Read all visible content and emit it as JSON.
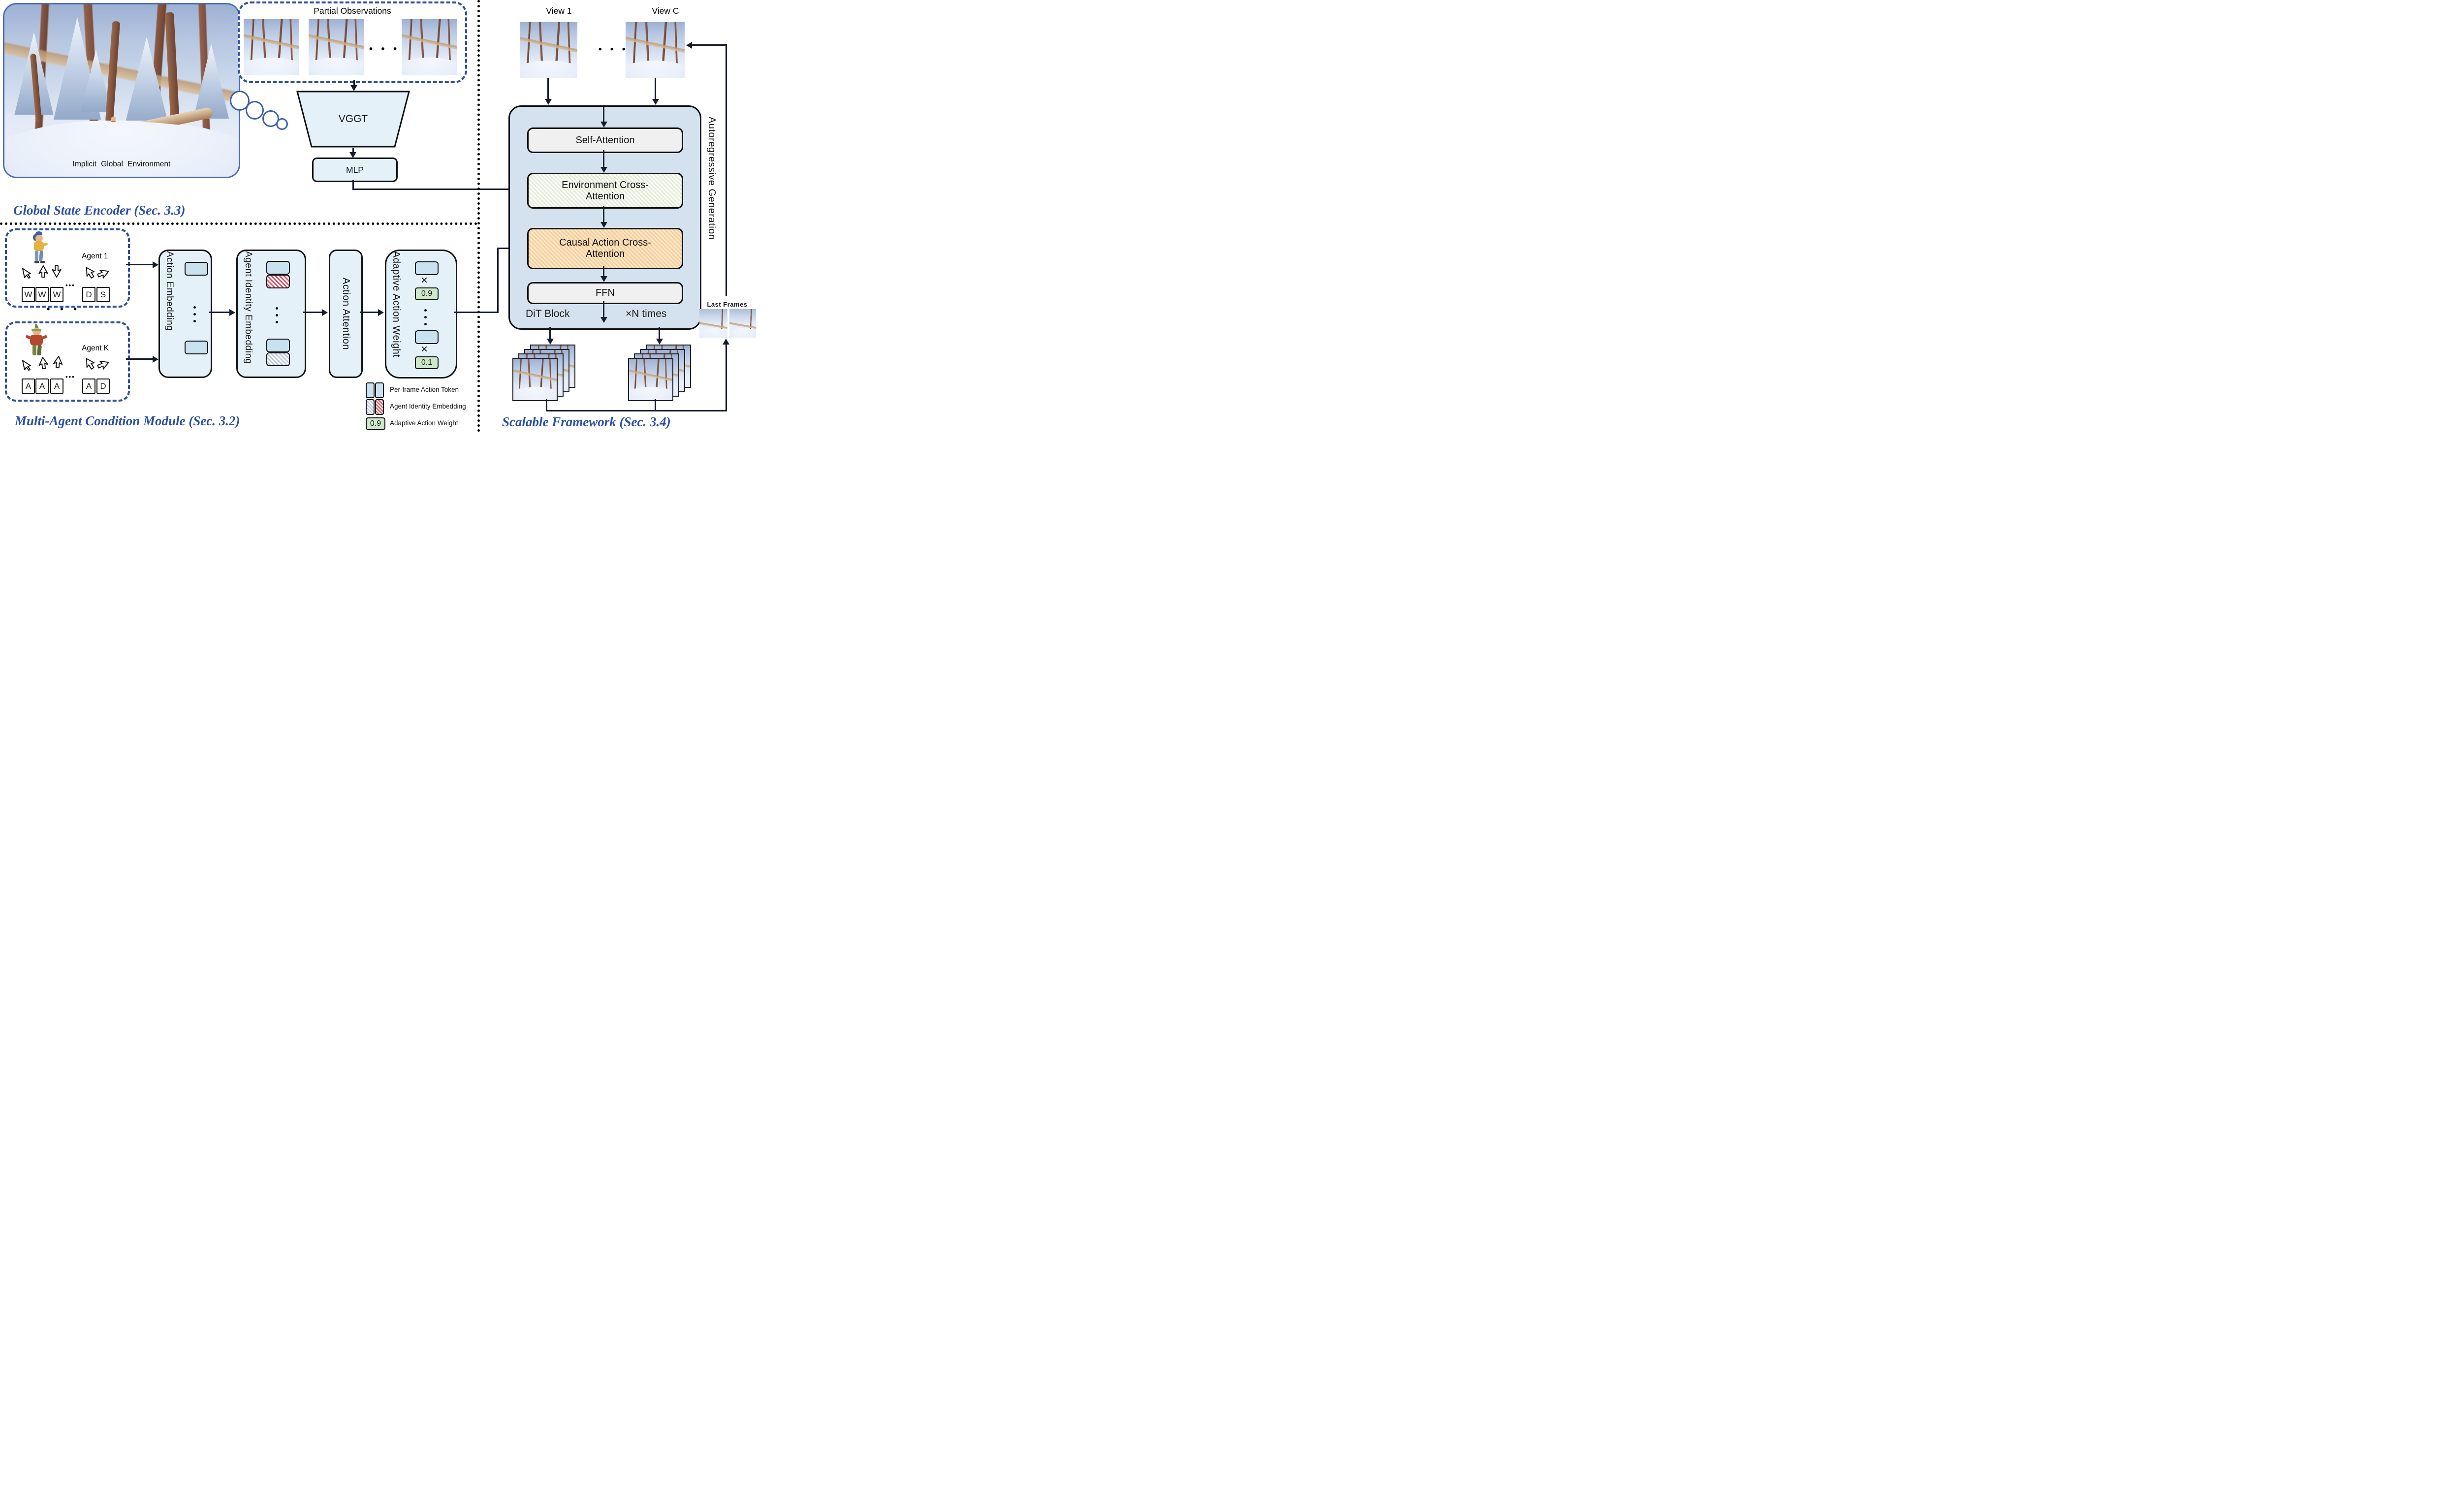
{
  "global_state_encoder": {
    "section_label": "Global State Encoder (Sec. 3.3)",
    "environment_caption": "Implicit Global Environment",
    "partial_observations": {
      "title": "Partial Observations",
      "ellipsis": "• • •"
    },
    "vggt_label": "VGGT",
    "mlp_label": "MLP"
  },
  "multi_agent_module": {
    "section_label": "Multi-Agent Condition Module (Sec. 3.2)",
    "between_agents_ellipsis": "• • •",
    "agent_1": {
      "name": "Agent 1",
      "keys": [
        "W",
        "W",
        "W",
        "D",
        "S"
      ],
      "keys_ellipsis": "•••"
    },
    "agent_k": {
      "name": "Agent K",
      "keys": [
        "A",
        "A",
        "A",
        "A",
        "D"
      ],
      "keys_ellipsis": "•••"
    },
    "columns": {
      "action_embedding": "Action Embedding",
      "agent_identity_embedding": "Agent Identity Embedding",
      "action_attention": "Action Attention",
      "adaptive_action_weight": "Adaptive Action Weight"
    },
    "multiply_symbol": "×",
    "weight_top": "0.9",
    "weight_bottom": "0.1"
  },
  "legend": {
    "items": [
      {
        "label": "Per-frame Action Token"
      },
      {
        "label": "Agent Identity Embedding"
      },
      {
        "label": "Adaptive Action Weight",
        "value": "0.9"
      }
    ]
  },
  "scalable_framework": {
    "section_label": "Scalable Framework (Sec. 3.4)",
    "view_1_label": "View 1",
    "view_c_label": "View C",
    "views_ellipsis": "• • •",
    "dit_block": {
      "self_attention": "Self-Attention",
      "environment_cross_attention": "Environment Cross-Attention",
      "causal_action_cross_attention": "Causal Action Cross-Attention",
      "ffn": "FFN",
      "block_label": "DiT Block",
      "repeat_label": "×N times"
    },
    "autoregressive_label": "Autoregressive Generation",
    "last_frames_label": "Last Frames"
  }
}
